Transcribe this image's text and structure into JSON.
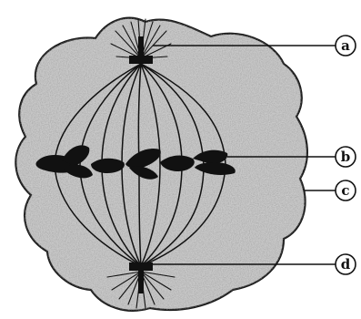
{
  "callouts": [
    {
      "id": "a",
      "label": "a"
    },
    {
      "id": "b",
      "label": "b"
    },
    {
      "id": "c",
      "label": "c"
    },
    {
      "id": "d",
      "label": "d"
    }
  ],
  "colors": {
    "cell": "#c9c9c9",
    "outline": "#1a1a1a",
    "ink": "#111111",
    "background": "#ffffff"
  }
}
